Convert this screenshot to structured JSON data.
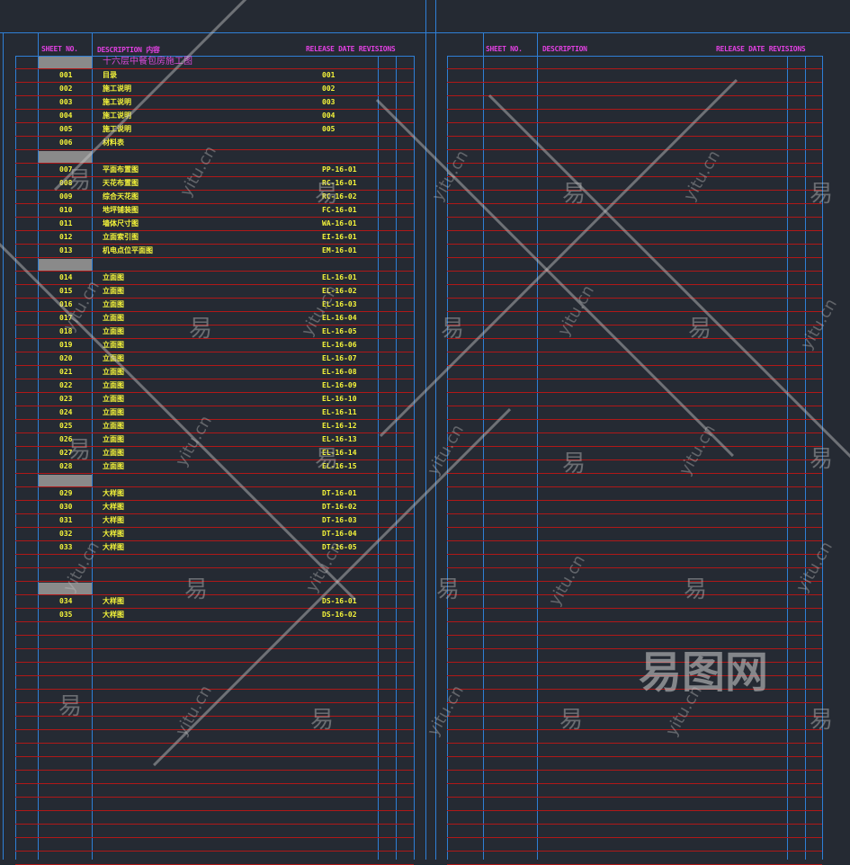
{
  "left_table": {
    "headers": {
      "sheet_no": "SHEET NO.",
      "description": "DESCRIPTION  内容",
      "release": "RELEASE DATE REVISIONS"
    },
    "title": "十六层中餐包房施工图",
    "rows": [
      {
        "type": "title"
      },
      {
        "no": "001",
        "desc": "目录",
        "code": "001"
      },
      {
        "no": "002",
        "desc": "施工说明",
        "code": "002"
      },
      {
        "no": "003",
        "desc": "施工说明",
        "code": "003"
      },
      {
        "no": "004",
        "desc": "施工说明",
        "code": "004"
      },
      {
        "no": "005",
        "desc": "施工说明",
        "code": "005"
      },
      {
        "no": "006",
        "desc": "材料表",
        "code": ""
      },
      {
        "type": "group"
      },
      {
        "no": "007",
        "desc": "平面布置图",
        "code": "PP-16-01"
      },
      {
        "no": "008",
        "desc": "天花布置图",
        "code": "RC-16-01"
      },
      {
        "no": "009",
        "desc": "综合天花图",
        "code": "RC-16-02"
      },
      {
        "no": "010",
        "desc": "地坪铺装图",
        "code": "FC-16-01"
      },
      {
        "no": "011",
        "desc": "墙体尺寸图",
        "code": "WA-16-01"
      },
      {
        "no": "012",
        "desc": "立面索引图",
        "code": "EI-16-01"
      },
      {
        "no": "013",
        "desc": "机电点位平面图",
        "code": "EM-16-01"
      },
      {
        "type": "group"
      },
      {
        "no": "014",
        "desc": "立面图",
        "code": "EL-16-01"
      },
      {
        "no": "015",
        "desc": "立面图",
        "code": "EL-16-02"
      },
      {
        "no": "016",
        "desc": "立面图",
        "code": "EL-16-03"
      },
      {
        "no": "017",
        "desc": "立面图",
        "code": "EL-16-04"
      },
      {
        "no": "018",
        "desc": "立面图",
        "code": "EL-16-05"
      },
      {
        "no": "019",
        "desc": "立面图",
        "code": "EL-16-06"
      },
      {
        "no": "020",
        "desc": "立面图",
        "code": "EL-16-07"
      },
      {
        "no": "021",
        "desc": "立面图",
        "code": "EL-16-08"
      },
      {
        "no": "022",
        "desc": "立面图",
        "code": "EL-16-09"
      },
      {
        "no": "023",
        "desc": "立面图",
        "code": "EL-16-10"
      },
      {
        "no": "024",
        "desc": "立面图",
        "code": "EL-16-11"
      },
      {
        "no": "025",
        "desc": "立面图",
        "code": "EL-16-12"
      },
      {
        "no": "026",
        "desc": "立面图",
        "code": "EL-16-13"
      },
      {
        "no": "027",
        "desc": "立面图",
        "code": "EL-16-14"
      },
      {
        "no": "028",
        "desc": "立面图",
        "code": "EL-16-15"
      },
      {
        "type": "group"
      },
      {
        "no": "029",
        "desc": "大样图",
        "code": "DT-16-01"
      },
      {
        "no": "030",
        "desc": "大样图",
        "code": "DT-16-02"
      },
      {
        "no": "031",
        "desc": "大样图",
        "code": "DT-16-03"
      },
      {
        "no": "032",
        "desc": "大样图",
        "code": "DT-16-04"
      },
      {
        "no": "033",
        "desc": "大样图",
        "code": "DT-16-05"
      },
      {
        "type": "empty"
      },
      {
        "type": "empty"
      },
      {
        "type": "group"
      },
      {
        "no": "034",
        "desc": "大样图",
        "code": "DS-16-01"
      },
      {
        "no": "035",
        "desc": "大样图",
        "code": "DS-16-02"
      }
    ]
  },
  "right_table": {
    "headers": {
      "sheet_no": "SHEET NO.",
      "description": "DESCRIPTION",
      "release": "RELEASE DATE REVISIONS"
    }
  },
  "watermark": {
    "logo": "易图网",
    "glyph": "易",
    "site": "yitu.cn"
  }
}
